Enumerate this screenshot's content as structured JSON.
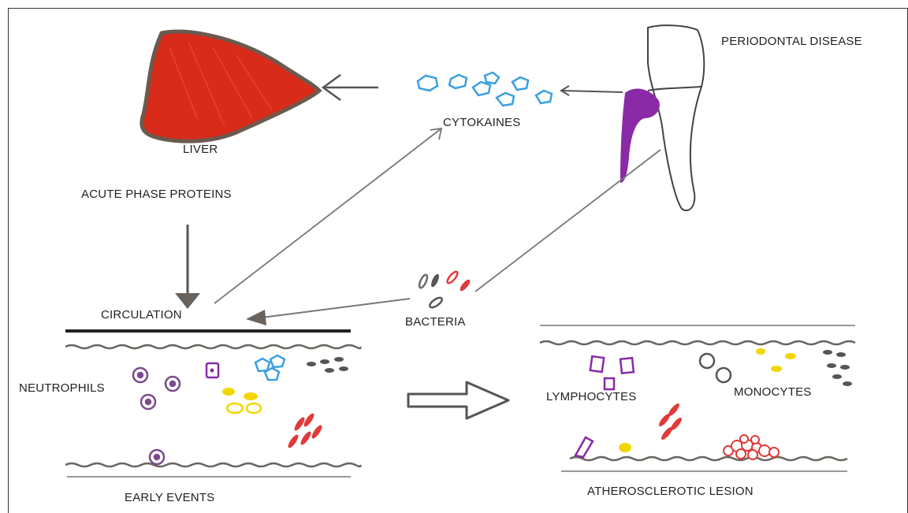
{
  "labels": {
    "periodontal_disease": "PERIODONTAL DISEASE",
    "liver": "LIVER",
    "cytokaines": "CYTOKAINES",
    "acute_phase_proteins": "ACUTE PHASE PROTEINS",
    "circulation": "CIRCULATION",
    "bacteria": "BACTERIA",
    "neutrophils": "NEUTROPHILS",
    "early_events": "EARLY EVENTS",
    "lymphocytes": "LYMPHOCYTES",
    "monocytes": "MONOCYTES",
    "atherosclerotic_lesion": "ATHEROSCLEROTIC LESION"
  },
  "colors": {
    "liver": "#d92b1a",
    "cytokine": "#3aa0e0",
    "gum": "#8a2aa6",
    "bacteria_red": "#e03a3a",
    "bacteria_gray": "#6a6a6a",
    "neutrophil": "#7a4a8a",
    "yellow": "#f2d600",
    "line": "#555555",
    "wall": "#6b6560"
  }
}
